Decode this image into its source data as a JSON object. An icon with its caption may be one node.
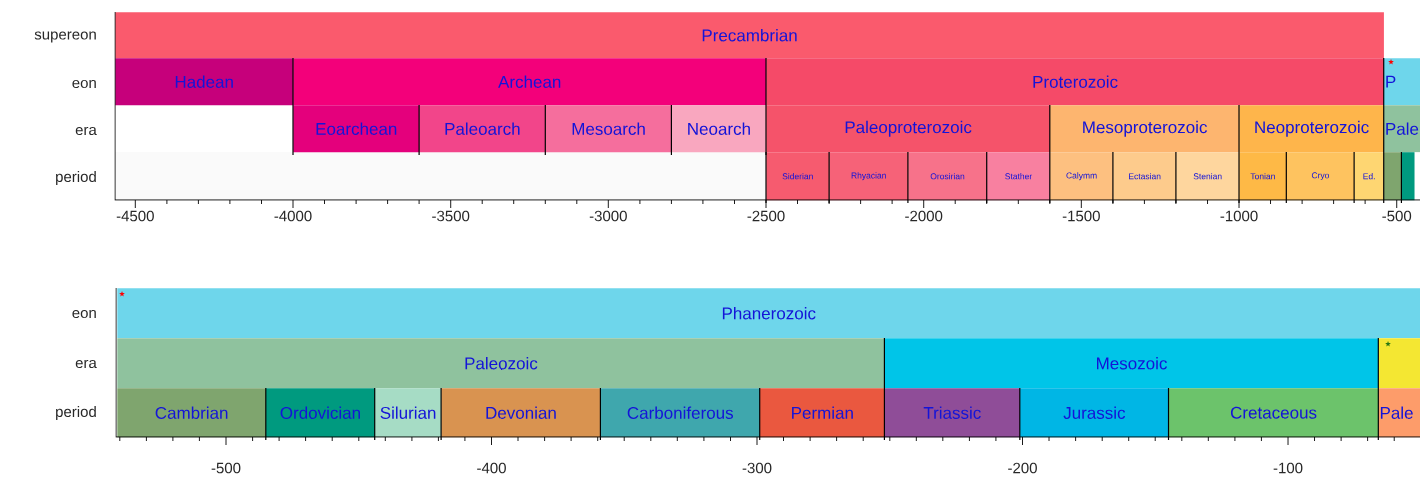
{
  "diagram": {
    "nodes": [
      {
        "text": [
          "Precambrian"
        ]
      },
      {
        "text": [
          "Hadean"
        ]
      },
      {
        "text": [
          "Archean"
        ]
      },
      {
        "text": [
          "Proterozoic"
        ]
      },
      {
        "text": [
          "P"
        ]
      },
      {
        "text": [
          "Eoarchean"
        ]
      },
      {
        "text": [
          "Paleoarch"
        ]
      },
      {
        "text": [
          "Mesoarch"
        ]
      },
      {
        "text": [
          "Neoarch"
        ]
      },
      {
        "text": [
          "Paleoproterozoic"
        ]
      },
      {
        "text": [
          "Mesoproterozoic"
        ]
      },
      {
        "text": [
          "Neoproterozoic"
        ]
      },
      {
        "text": [
          "Pale"
        ]
      },
      {
        "text": [
          "Siderian"
        ]
      },
      {
        "text": [
          "Rhyacian"
        ]
      },
      {
        "text": [
          "Orosirian"
        ]
      },
      {
        "text": [
          "Stather"
        ]
      },
      {
        "text": [
          "Calymm"
        ]
      },
      {
        "text": [
          "Ectasian"
        ]
      },
      {
        "text": [
          "Stenian"
        ]
      },
      {
        "text": [
          "Tonian"
        ]
      },
      {
        "text": [
          "Cryo"
        ]
      },
      {
        "text": [
          "Ed."
        ]
      },
      {
        "text": [],
        "shape": "box"
      },
      {
        "text": [],
        "shape": "box"
      },
      {
        "text": [
          "Phanerozoic"
        ]
      },
      {
        "text": [
          "Paleozoic"
        ]
      },
      {
        "text": [
          "Mesozoic"
        ]
      },
      {
        "text": [],
        "shape": "box"
      },
      {
        "text": [
          "Cambrian"
        ]
      },
      {
        "text": [
          "Ordovician"
        ]
      },
      {
        "text": [
          "Silurian"
        ]
      },
      {
        "text": [
          "Devonian"
        ]
      },
      {
        "text": [
          "Carboniferous"
        ]
      },
      {
        "text": [
          "Permian"
        ]
      },
      {
        "text": [
          "Triassic"
        ]
      },
      {
        "text": [
          "Jurassic"
        ]
      },
      {
        "text": [
          "Cretaceous"
        ]
      },
      {
        "text": [
          "Pale"
        ]
      }
    ],
    "labels": [
      "supereon",
      "eon",
      "era",
      "period",
      "-4500",
      "-4000",
      "-3500",
      "-3000",
      "-2500",
      "-2000",
      "-1500",
      "-1000",
      "-500",
      "eon",
      "era",
      "period",
      "-500",
      "-400",
      "-300",
      "-200",
      "-100"
    ]
  }
}
